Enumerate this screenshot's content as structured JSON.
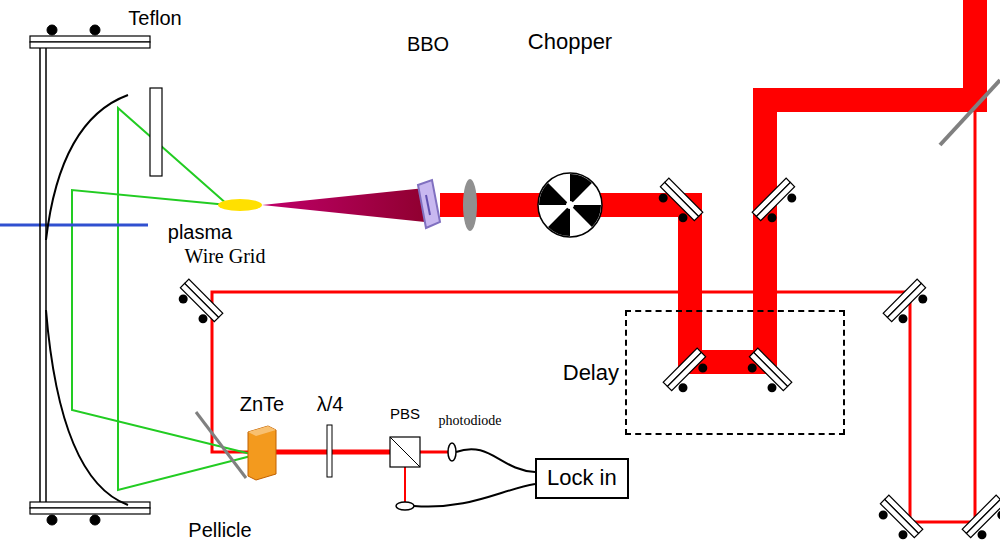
{
  "diagram": {
    "nodes": [
      {
        "text": [
          "Delay"
        ]
      },
      {
        "text": [
          "Lock in"
        ]
      }
    ],
    "labels": [
      "Teflon",
      "BBO",
      "Chopper",
      "plasma",
      "Wire Grid",
      "ZnTe",
      "λ/4",
      "PBS",
      "photodiode",
      "Pellicle"
    ]
  }
}
